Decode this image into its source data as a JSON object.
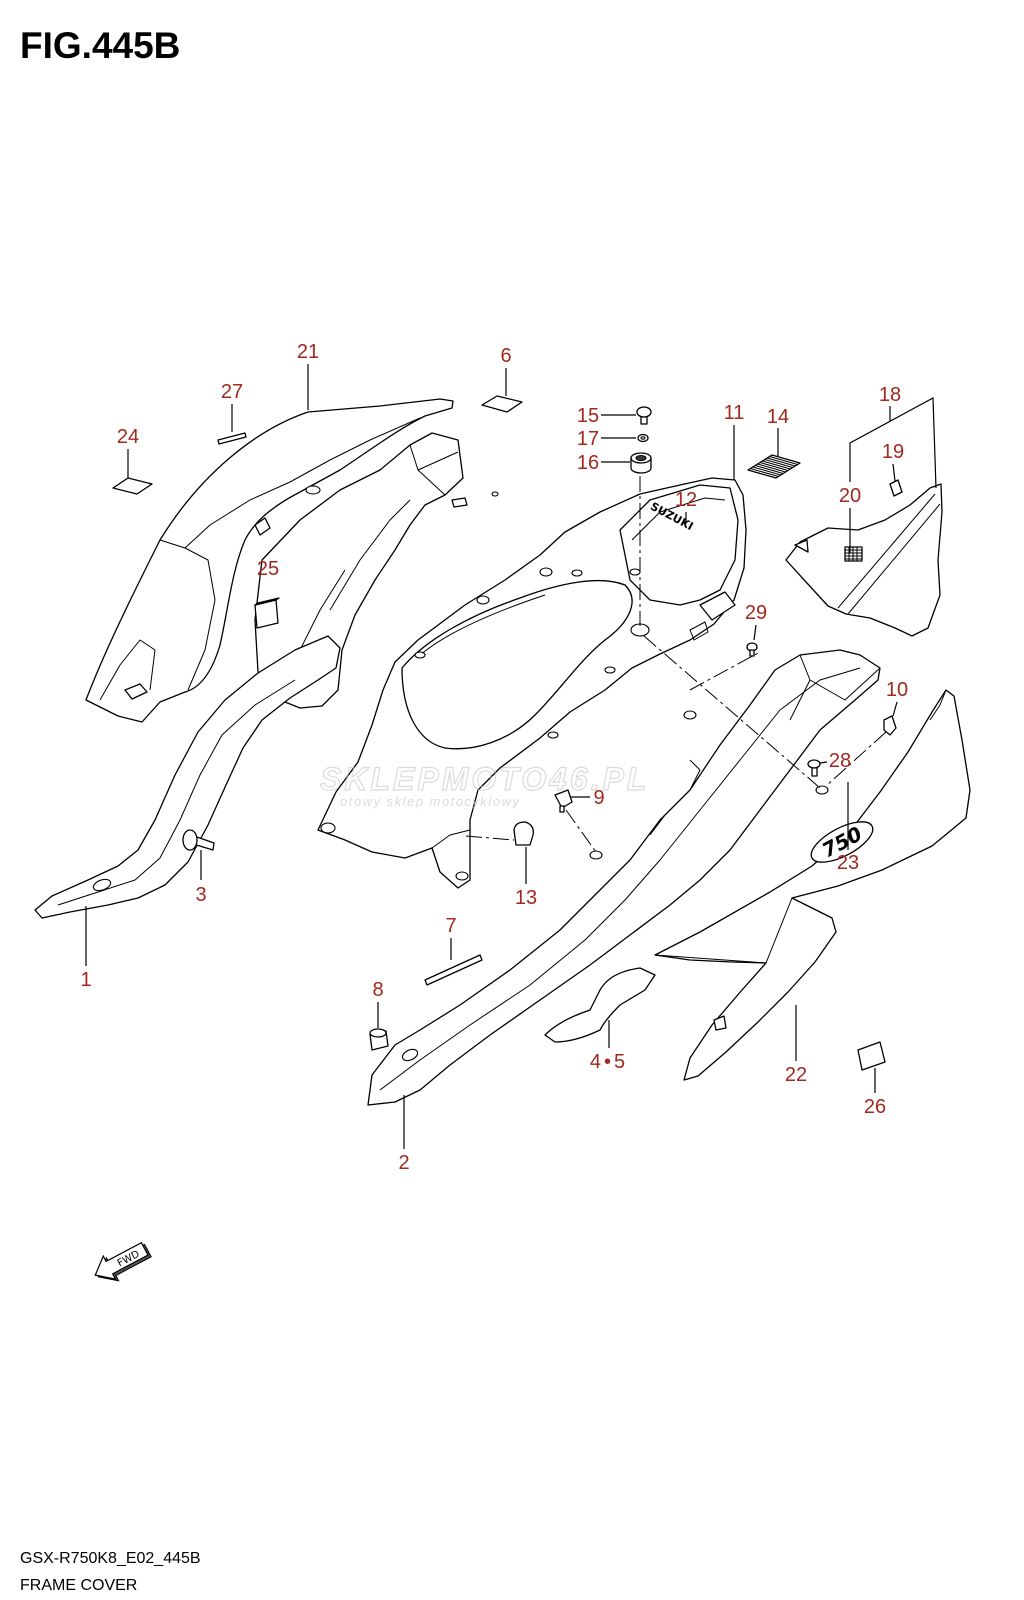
{
  "figure": {
    "title": "FIG.445B"
  },
  "callouts": {
    "p1": "1",
    "p2": "2",
    "p3": "3",
    "p4_5": "4•5",
    "p6": "6",
    "p7": "7",
    "p8": "8",
    "p9": "9",
    "p10": "10",
    "p11": "11",
    "p12": "12",
    "p13": "13",
    "p14": "14",
    "p15": "15",
    "p16": "16",
    "p17": "17",
    "p18": "18",
    "p19": "19",
    "p20": "20",
    "p21": "21",
    "p22": "22",
    "p23": "23",
    "p24": "24",
    "p25": "25",
    "p26": "26",
    "p27": "27",
    "p28": "28",
    "p29": "29"
  },
  "markings": {
    "suzuki_emblem": "SUZUKI",
    "model_emblem": "750",
    "direction_arrow": "FWD"
  },
  "watermark": {
    "brand": "SKLEPMOTO46.PL",
    "tagline": "otowy sklep motocyklowy"
  },
  "footer": {
    "model_code": "GSX-R750K8_E02_445B",
    "caption": "FRAME COVER"
  },
  "icons": {
    "direction": "fwd-arrow-icon"
  },
  "colors": {
    "callout": "#a3281e",
    "outline": "#000000",
    "background": "#ffffff",
    "watermark": "#c4c4c4"
  }
}
